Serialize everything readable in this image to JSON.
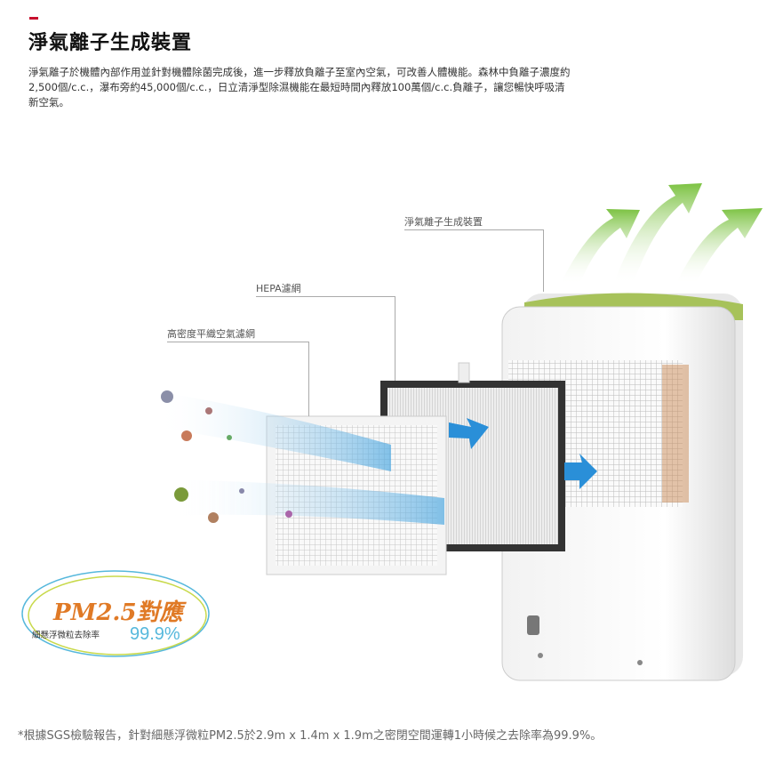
{
  "section": {
    "title": "淨氣離子生成裝置",
    "description": "淨氣離子於機體內部作用並針對機體除菌完成後，進一步釋放負離子至室內空氣，可改善人體機能。森林中負離子濃度約2,500個/c.c.，瀑布旁約45,000個/c.c.，日立清淨型除濕機能在最短時間內釋放100萬個/c.c.負離子，讓您暢快呼吸清新空氣。"
  },
  "callouts": {
    "ion_generator": "淨氣離子生成裝置",
    "hepa": "HEPA濾網",
    "mesh_filter": "高密度平織空氣濾網"
  },
  "badge": {
    "title": "PM2.5對應",
    "subtitle": "細懸浮微粒去除率",
    "rate": "99.9%"
  },
  "footnote": "*根據SGS檢驗報告，針對細懸浮微粒PM2.5於2.9m x 1.4m x 1.9m之密閉空間運轉1小時候之去除率為99.9%。",
  "colors": {
    "accent": "#c8102e",
    "badge_orange": "#e07a26",
    "badge_blue": "#56b8dc",
    "arrow_green": "#8cc63f",
    "arrow_blue": "#2a8fd8"
  }
}
